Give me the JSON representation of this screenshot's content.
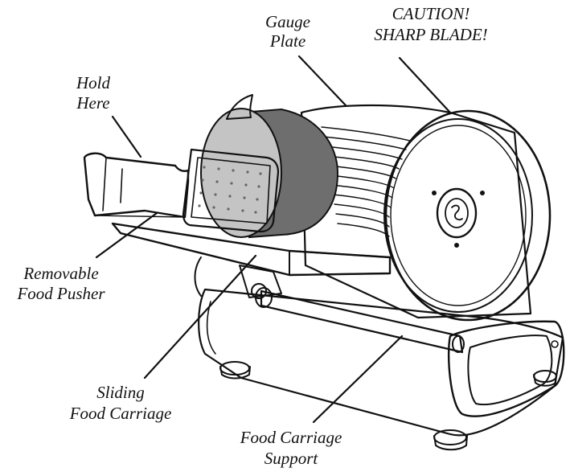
{
  "diagram": {
    "labels": {
      "gauge_plate": [
        "Gauge",
        "Plate"
      ],
      "caution": [
        "CAUTION!",
        "SHARP BLADE!"
      ],
      "hold_here": [
        "Hold",
        "Here"
      ],
      "food_pusher": [
        "Removable",
        "Food Pusher"
      ],
      "food_carriage": [
        "Sliding",
        "Food Carriage"
      ],
      "carriage_support": [
        "Food Carriage",
        "Support"
      ]
    }
  }
}
